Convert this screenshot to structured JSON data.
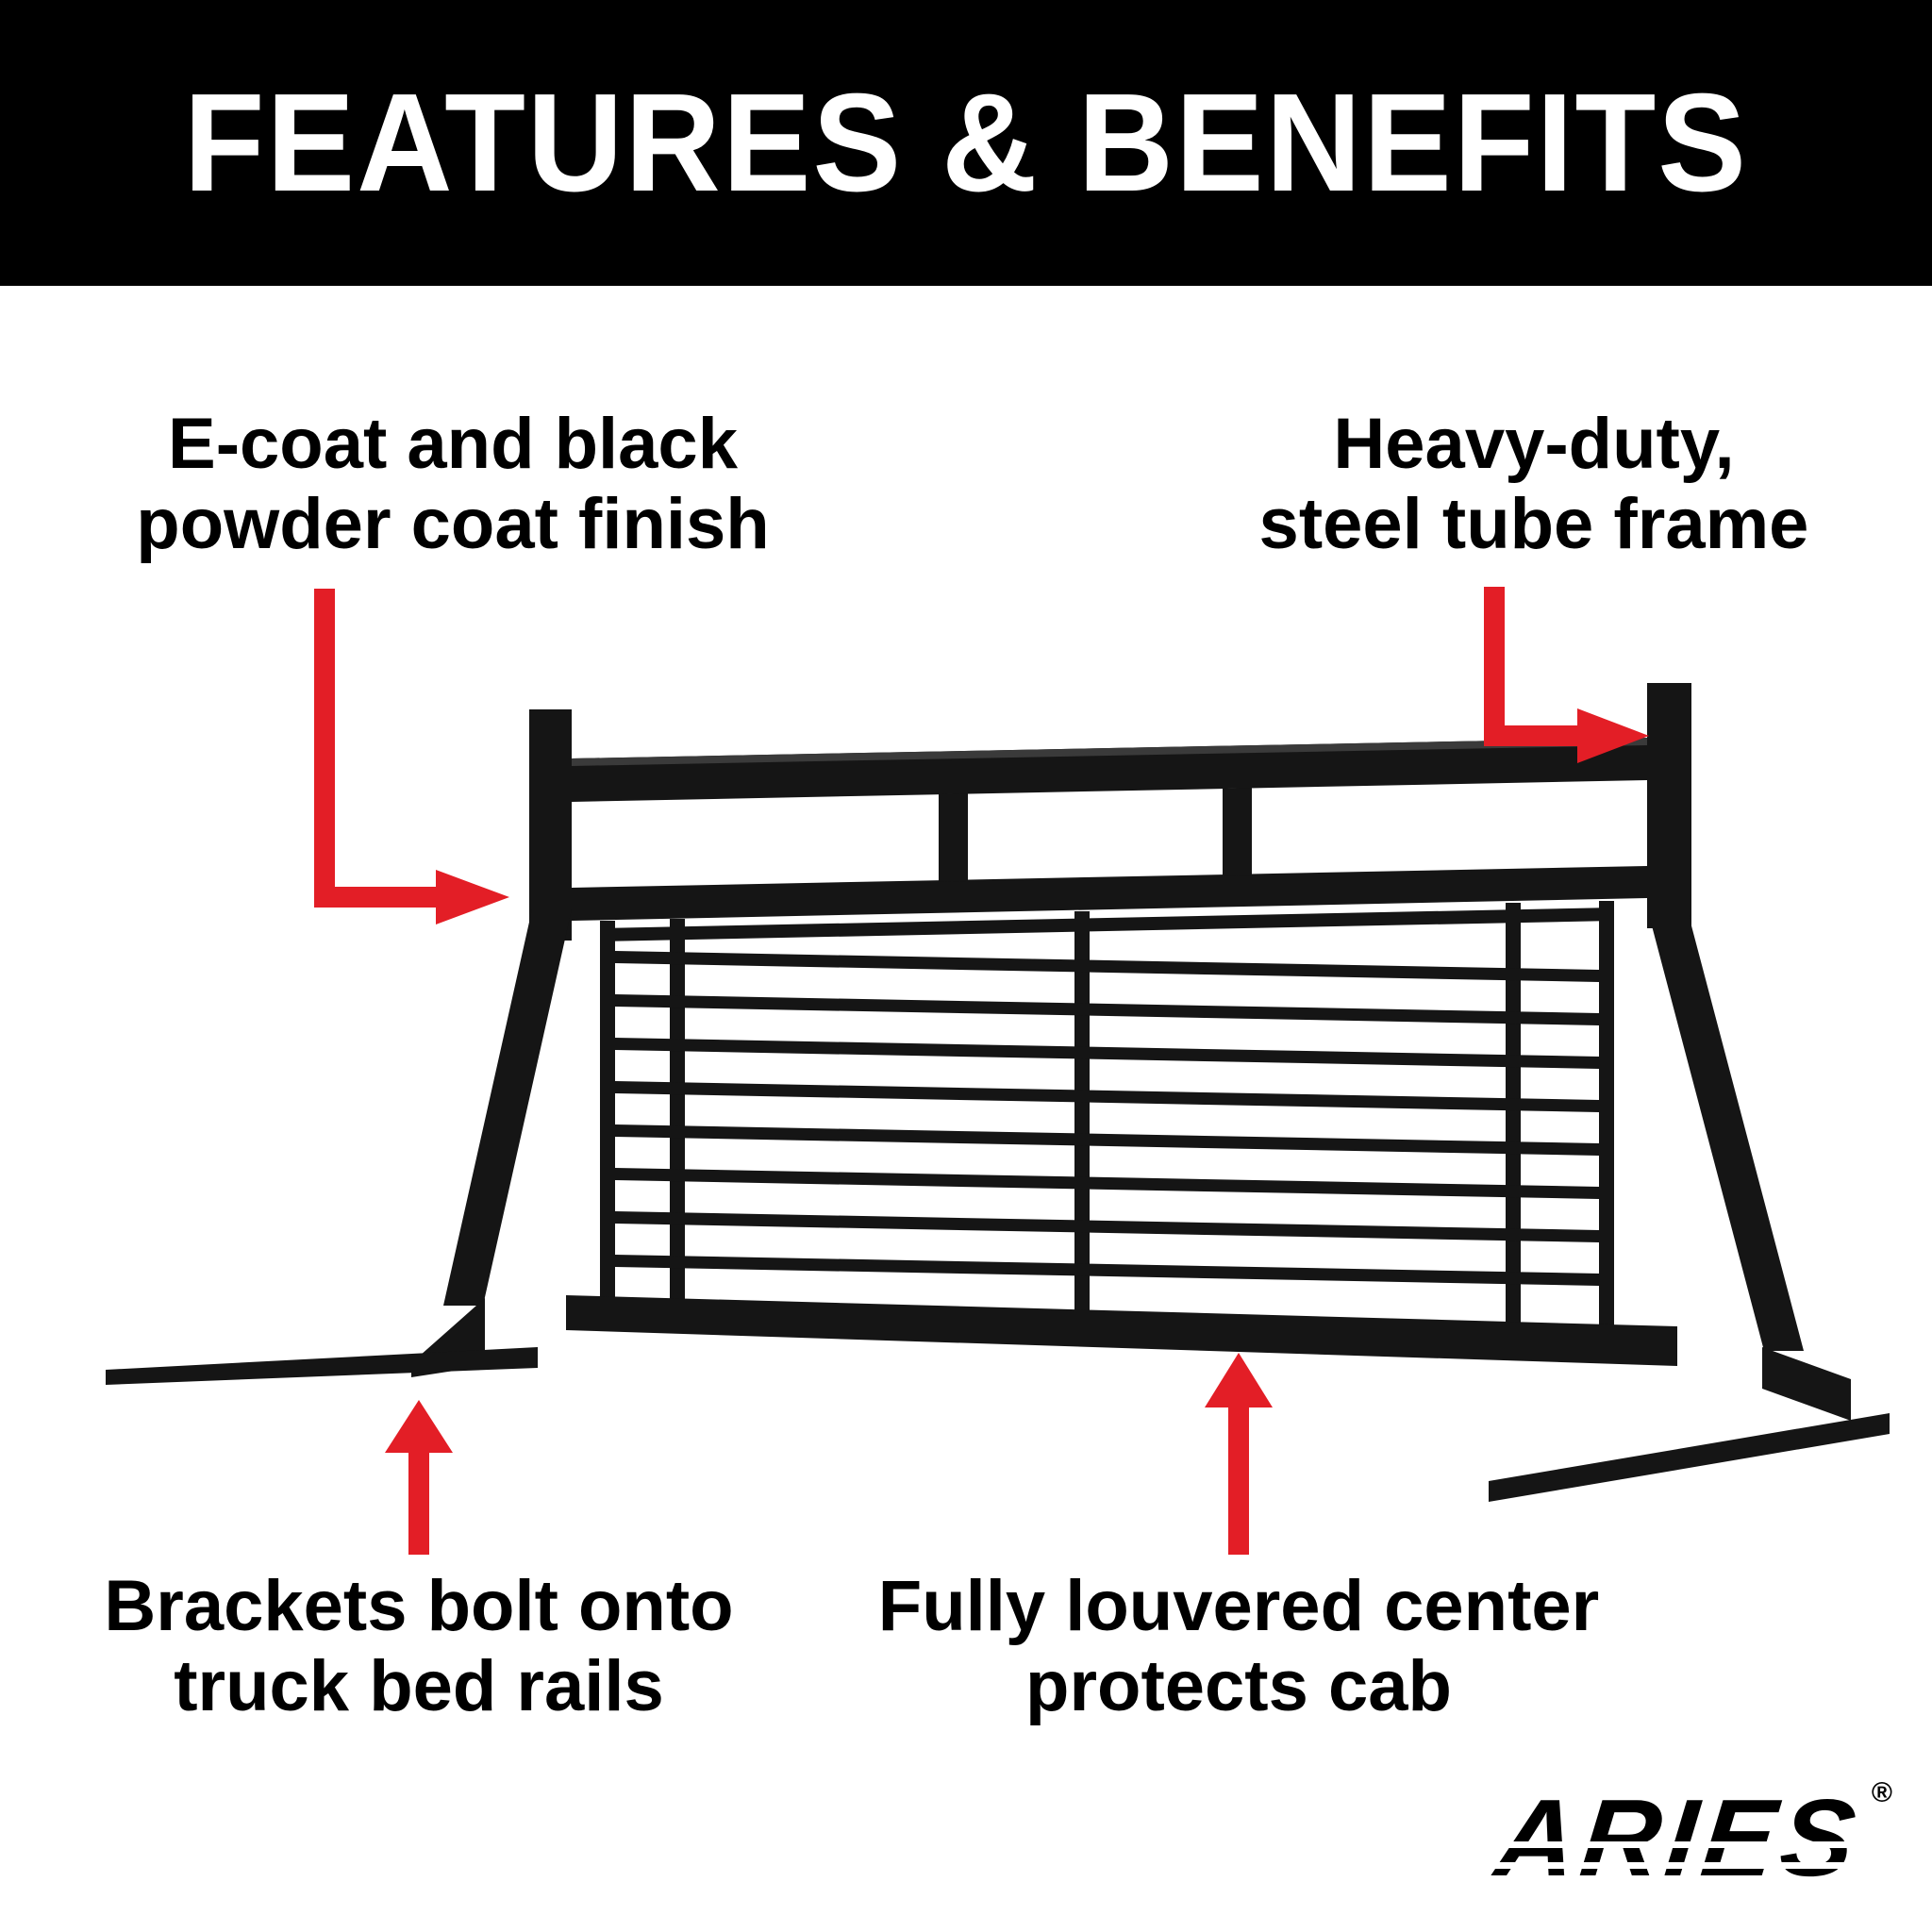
{
  "header": {
    "title": "FEATURES & BENEFITS"
  },
  "callouts": {
    "ecoat": {
      "line1": "E-coat and black",
      "line2": "powder coat finish"
    },
    "steel_frame": {
      "line1": "Heavy-duty,",
      "line2": "steel tube frame"
    },
    "brackets": {
      "line1": "Brackets bolt onto",
      "line2": "truck bed rails"
    },
    "louvered": {
      "line1": "Fully louvered center",
      "line2": "protects cab"
    }
  },
  "footer": {
    "brand": "ARIES",
    "registered_mark": "®"
  },
  "colors": {
    "accent_red": "#E31E26",
    "header_bg": "#000000",
    "rack_black": "#151515",
    "text": "#000000",
    "background": "#FFFFFF"
  }
}
